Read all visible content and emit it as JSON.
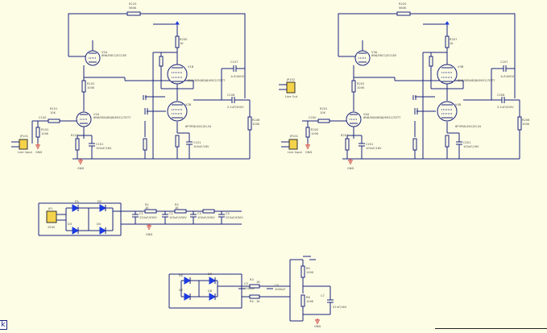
{
  "labels": {
    "ch1": {
      "r_fb": "R120",
      "r_fb_v": "560K",
      "r_top": "R200",
      "r_top_v": "1K",
      "v2a": "V2A",
      "v2a_t": "6N6/E6CC/ECC85",
      "v1b": "V1B",
      "v1b_t": "6N6/6SN/6DJ8/6922/7DT7",
      "v1a": "V1A",
      "v1a_t": "6N6/6SN/6DJ8/6922/7DT7",
      "v2b": "V2B",
      "v2b_t": "6P3P/6L6GC/EL34",
      "r_in": "R101",
      "r_in_v": "10K",
      "c_in": "C100",
      "r_g": "R102",
      "r_g_v": "100K",
      "r_k": "R103",
      "r_k_v": "1K",
      "c_k": "C101",
      "c_k_v": "100uF/16V",
      "c_out": "C107",
      "c_out_v": "1uF/400V",
      "c_out2": "C108",
      "c_out2_v": "2.2uF/400V",
      "r_ld": "R108",
      "r_ld_v": "100K",
      "jack": "JP101",
      "jack_t": "Line Input",
      "gnd": "GND"
    },
    "ch2": {
      "r_fb": "R220",
      "r_fb_v": "560K",
      "r_top": "R207",
      "r_top_v": "1K",
      "v2a": "V3A",
      "v2a_t": "6N6/E6CC/ECC85",
      "v1b": "V3B",
      "v1b_t": "6N6/6SN/6DJ8/6922/7DT7",
      "v1a": "V4A",
      "v1a_t": "6N6/6SN/6DJ8/6922/7DT7",
      "v2b": "V4B",
      "v2b_t": "6P3P/6L6GC/EL34",
      "r_in": "R201",
      "r_in_v": "10K",
      "c_in": "C200",
      "r_g": "R202",
      "r_g_v": "100K",
      "r_k": "R203",
      "r_k_v": "1K",
      "c_k": "C201",
      "c_k_v": "100uF/16V",
      "c_out": "C207",
      "c_out_v": "1uF/400V",
      "c_out2": "C208",
      "c_out2_v": "2.2uF/400V",
      "r_ld": "R208",
      "r_ld_v": "100K",
      "jack": "JP201",
      "jack_t": "Line Input",
      "gnd": "GND"
    },
    "out_jack": "JP102",
    "out_jack_t": "Line Out",
    "psu1": {
      "jack": "JP1",
      "jack_t": "250V",
      "d1": "D1",
      "d2": "D2",
      "d3": "D3",
      "d4": "D4",
      "c1": "C1",
      "c1_v": "220uF/450V",
      "r1": "R1",
      "r1_v": "1K",
      "c2": "C2",
      "c2_v": "100uF/450V",
      "r2": "R2",
      "r2_v": "1K",
      "c3": "C3",
      "c3_v": "100uF/450V",
      "c4": "C4",
      "c4_v": "220uF/450V",
      "gnd": "GND"
    },
    "psu2": {
      "d5": "D5",
      "d6": "D6",
      "d7": "D7",
      "d8": "D8",
      "c5": "C5",
      "c5_v": "1000uF",
      "r3": "R3",
      "r3_v": "1R",
      "c6": "C6",
      "c6_v": "1000uF",
      "r4": "R4",
      "r4_v": "1K",
      "r5": "R5",
      "r5_v": "100K",
      "r6": "R6",
      "r6_v": "100K",
      "c7": "C7",
      "c7_v": "47uF/16V",
      "gnd": "GND"
    }
  },
  "corner_glyph": "k"
}
